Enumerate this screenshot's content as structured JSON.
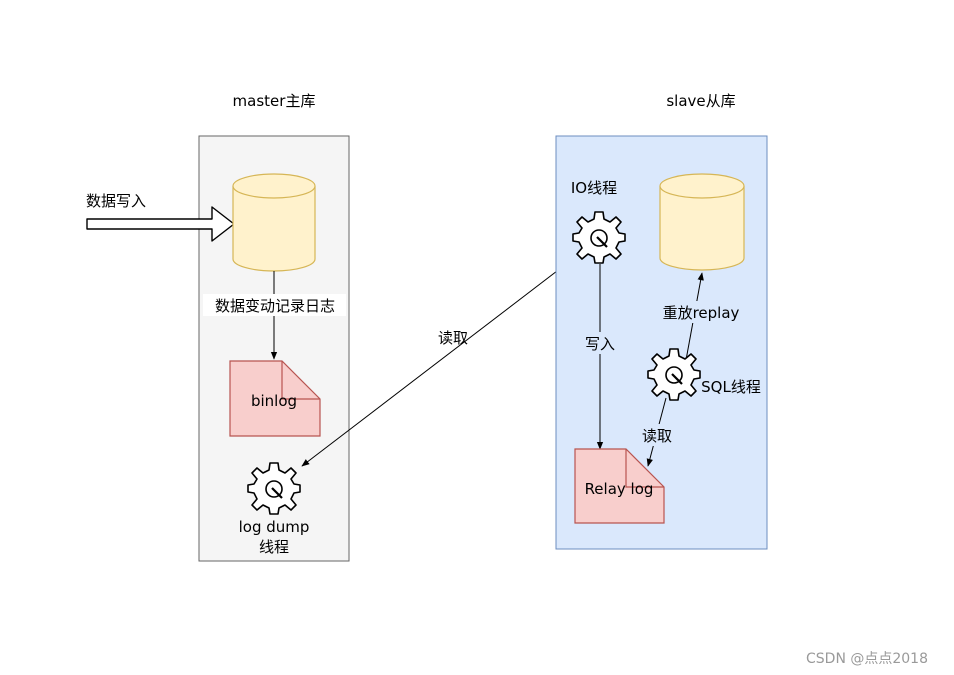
{
  "master": {
    "title": "master主库",
    "input_label": "数据写入",
    "record_label": "数据变动记录日志",
    "binlog_label": "binlog",
    "dump_label_line1": "log dump",
    "dump_label_line2": "线程"
  },
  "slave": {
    "title": "slave从库",
    "io_label": "IO线程",
    "write_label": "写入",
    "relay_label": "Relay log",
    "read_label": "读取",
    "sql_label": "SQL线程",
    "replay_label": "重放replay"
  },
  "link": {
    "read_label": "读取"
  },
  "colors": {
    "master_panel": "#f5f5f5",
    "slave_panel": "#dae8fc",
    "slave_border": "#6c8ebf",
    "database_fill": "#fff2cc",
    "database_stroke": "#d6b656",
    "file_fill": "#f8cecc",
    "file_stroke": "#b85450"
  },
  "watermark": "CSDN @点点2018"
}
